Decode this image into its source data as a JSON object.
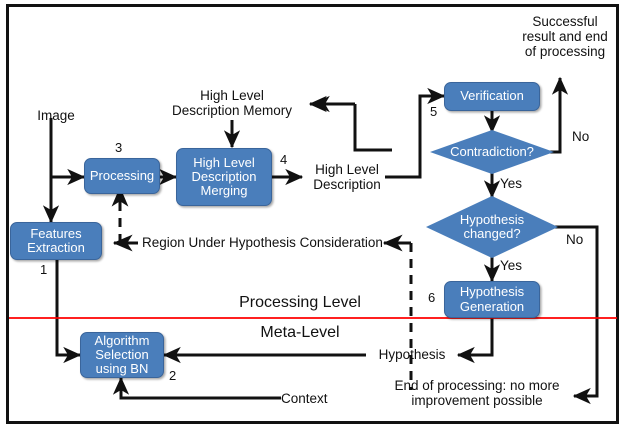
{
  "diagram": {
    "title": "Processing and Meta-Level architecture flowchart",
    "accent_blue": "#4a7ebb",
    "divider_color": "#ff0000",
    "frame_color": "#111111"
  },
  "nodes": [
    {
      "id": "features_extraction",
      "label": "Features\nExtraction",
      "shape": "process",
      "number": "1"
    },
    {
      "id": "processing",
      "label": "Processing",
      "shape": "process",
      "number": "3"
    },
    {
      "id": "hl_desc_merging",
      "label": "High Level\nDescription\nMerging",
      "shape": "process",
      "number": "4"
    },
    {
      "id": "verification",
      "label": "Verification",
      "shape": "process",
      "number": "5"
    },
    {
      "id": "contradiction",
      "label": "Contradiction?",
      "shape": "decision",
      "number": ""
    },
    {
      "id": "hypothesis_changed",
      "label": "Hypothesis\nchanged?",
      "shape": "decision",
      "number": ""
    },
    {
      "id": "hypothesis_generation",
      "label": "Hypothesis\nGeneration",
      "shape": "process",
      "number": "6"
    },
    {
      "id": "algorithm_selection",
      "label": "Algorithm\nSelection\nusing BN",
      "shape": "process",
      "number": "2"
    }
  ],
  "node_text": {
    "features_extraction_line1": "Features",
    "features_extraction_line2": "Extraction",
    "processing": "Processing",
    "hl_merging_line1": "High Level",
    "hl_merging_line2": "Description",
    "hl_merging_line3": "Merging",
    "verification": "Verification",
    "contradiction": "Contradiction?",
    "hyp_changed_line1": "Hypothesis",
    "hyp_changed_line2": "changed?",
    "hyp_gen_line1": "Hypothesis",
    "hyp_gen_line2": "Generation",
    "algo_line1": "Algorithm",
    "algo_line2": "Selection",
    "algo_line3": "using BN"
  },
  "numbers": {
    "one": "1",
    "two": "2",
    "three": "3",
    "four": "4",
    "five": "5",
    "six": "6"
  },
  "labels": {
    "image": "Image",
    "hl_desc_memory_line1": "High Level",
    "hl_desc_memory_line2": "Description Memory",
    "hl_description_line1": "High Level",
    "hl_description_line2": "Description",
    "successful_line1": "Successful",
    "successful_line2": "result and end",
    "successful_line3": "of processing",
    "region_under_hypothesis": "Region Under Hypothesis Consideration",
    "processing_level": "Processing Level",
    "meta_level": "Meta-Level",
    "hypothesis": "Hypothesis",
    "context": "Context",
    "end_of_processing_line1": "End of processing: no more",
    "end_of_processing_line2": "improvement possible"
  },
  "edge_labels": {
    "no_contradiction": "No",
    "yes_contradiction": "Yes",
    "no_hyp_changed": "No",
    "yes_hyp_changed": "Yes"
  }
}
